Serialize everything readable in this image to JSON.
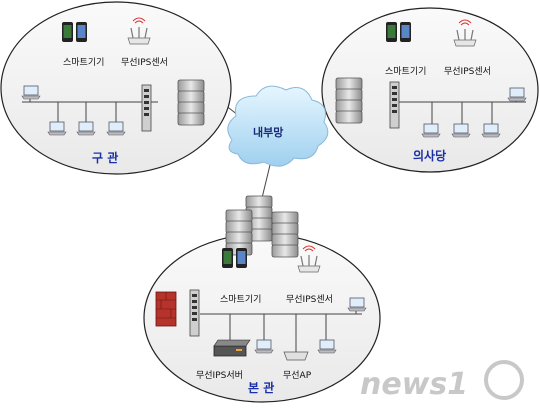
{
  "sites": {
    "left": {
      "name": "구 관",
      "device_phone": "스마트기기",
      "device_sensor": "무선IPS센서"
    },
    "right": {
      "name": "의사당",
      "device_phone": "스마트기기",
      "device_sensor": "무선IPS센서"
    },
    "bottom": {
      "name": "본 관",
      "device_phone": "스마트기기",
      "device_sensor": "무선IPS센서",
      "server": "무선IPS서버",
      "ap": "무선AP"
    }
  },
  "cloud": {
    "label": "내부망"
  },
  "watermark": {
    "text": "news1"
  },
  "colors": {
    "ellipse_fill": "#f3f3f3",
    "ellipse_stroke": "#222222",
    "site_label": "#1a2fa8",
    "cloud": "#bfe3f7"
  }
}
